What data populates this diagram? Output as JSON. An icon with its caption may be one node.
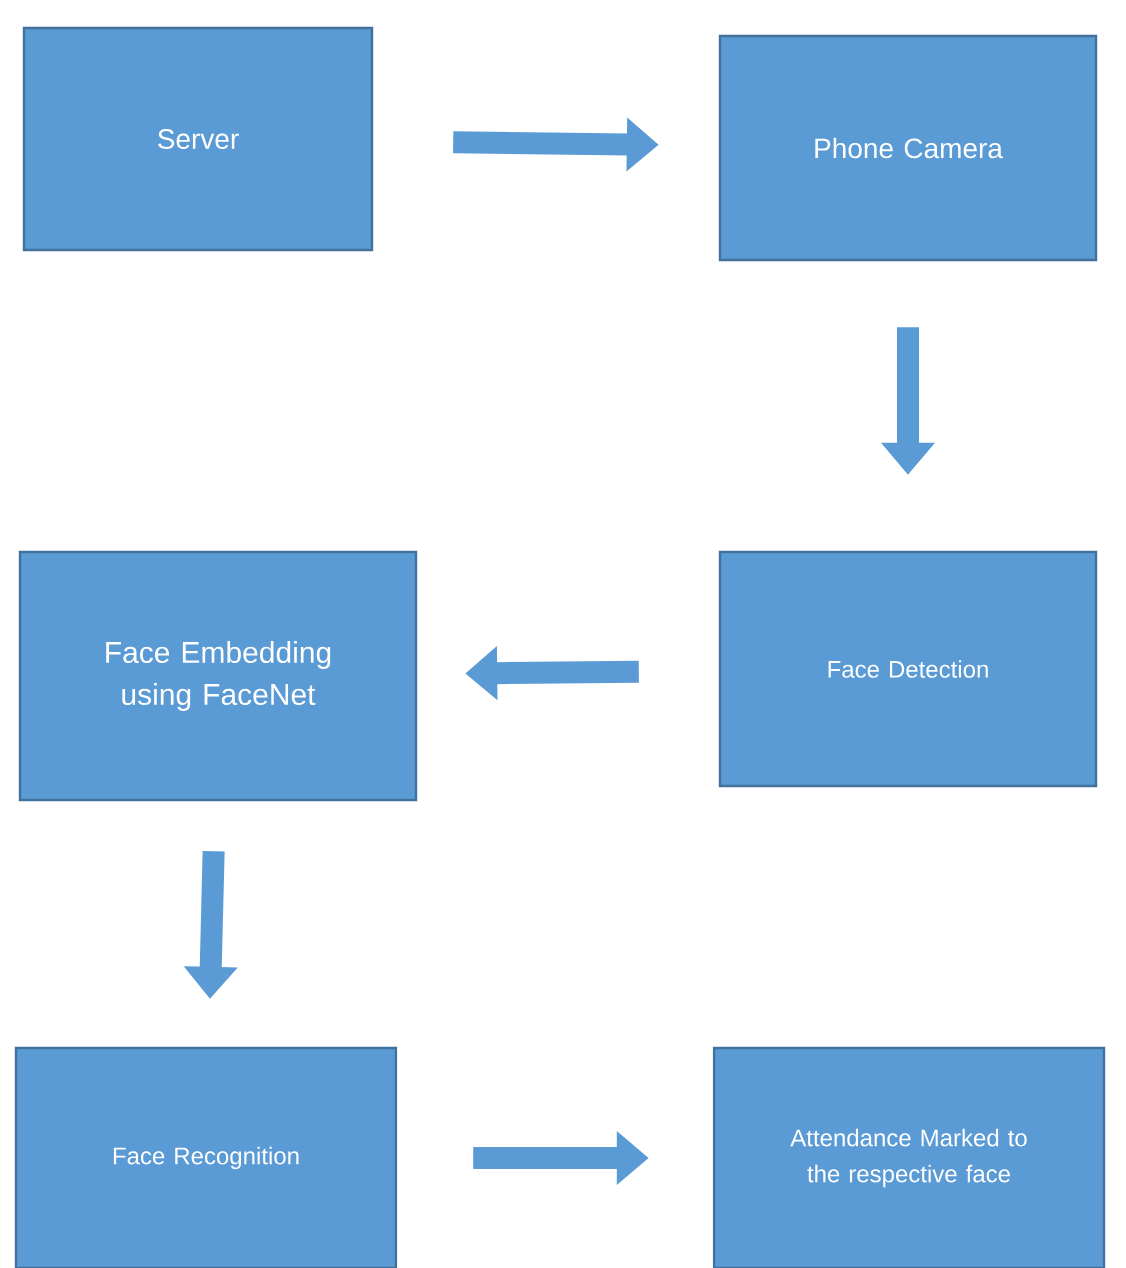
{
  "diagram": {
    "nodes": [
      {
        "text": [
          "Server"
        ]
      },
      {
        "text": [
          "Phone Camera"
        ]
      },
      {
        "text": [
          "Face Detection"
        ]
      },
      {
        "text": [
          "Face Embedding using FaceNet"
        ]
      },
      {
        "text": [
          "Face Recognition"
        ]
      },
      {
        "text": [
          "Attendance Marked to the respective face"
        ]
      }
    ],
    "edges": [
      {
        "from": 0,
        "to": 1,
        "arrow": "to"
      },
      {
        "from": 1,
        "to": 2,
        "arrow": "to"
      },
      {
        "from": 2,
        "to": 3,
        "arrow": "to"
      },
      {
        "from": 3,
        "to": 4,
        "arrow": "to"
      },
      {
        "from": 4,
        "to": 5,
        "arrow": "to"
      }
    ]
  }
}
